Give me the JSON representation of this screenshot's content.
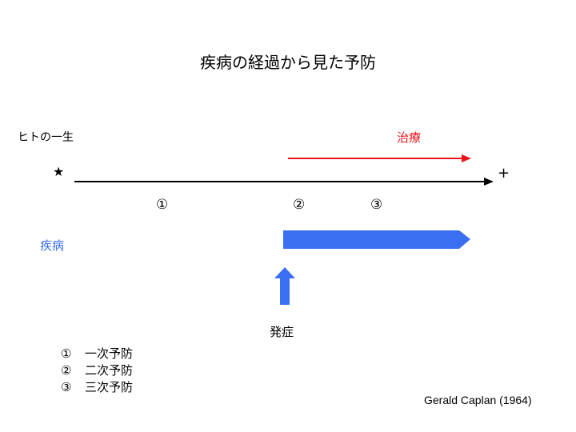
{
  "title": "疾病の経過から見た予防",
  "lifetime_label": "ヒトの一生",
  "treatment_label": "治療",
  "disease_label": "疾病",
  "onset_label": "発症",
  "birth_symbol": "★",
  "death_symbol": "+",
  "stages": [
    "①",
    "②",
    "③"
  ],
  "legend": [
    {
      "num": "①",
      "text": "一次予防"
    },
    {
      "num": "②",
      "text": "二次予防"
    },
    {
      "num": "③",
      "text": "三次予防"
    }
  ],
  "citation": "Gerald Caplan (1964)",
  "colors": {
    "treatment": "#e8141c",
    "disease": "#3a6ff2",
    "line": "#000000"
  }
}
